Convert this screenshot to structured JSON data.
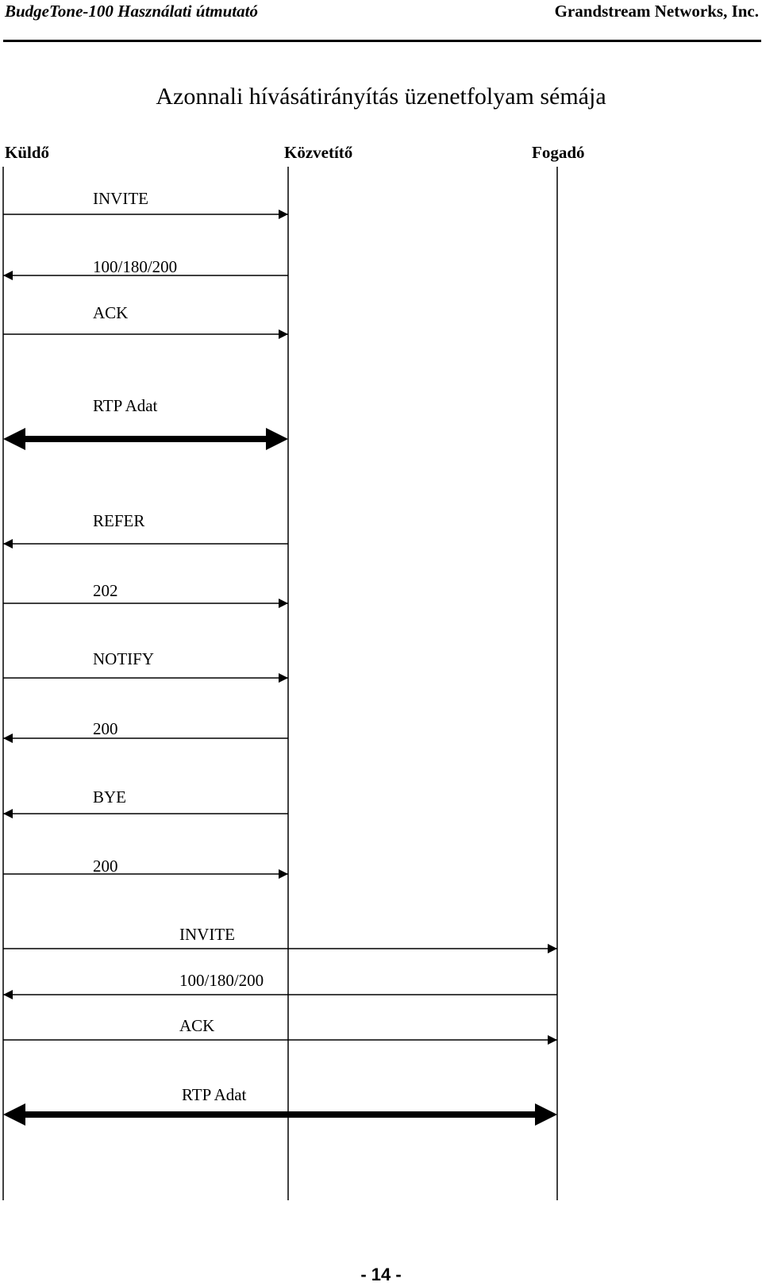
{
  "header": {
    "left": "BudgeTone-100 Használati útmutató",
    "right": "Grandstream Networks, Inc."
  },
  "title": "Azonnali hívásátirányítás üzenetfolyam sémája",
  "participants": [
    "Küldő",
    "Közvetítő",
    "Fogadó"
  ],
  "messages": [
    {
      "label": "INVITE",
      "from": 0,
      "to": 1,
      "style": "thin"
    },
    {
      "label": "100/180/200",
      "from": 1,
      "to": 0,
      "style": "thin"
    },
    {
      "label": "ACK",
      "from": 0,
      "to": 1,
      "style": "thin"
    },
    {
      "label": "RTP Adat",
      "from": 0,
      "to": 1,
      "style": "bidirectional-thick"
    },
    {
      "label": "REFER",
      "from": 1,
      "to": 0,
      "style": "thin"
    },
    {
      "label": "202",
      "from": 0,
      "to": 1,
      "style": "thin"
    },
    {
      "label": "NOTIFY",
      "from": 0,
      "to": 1,
      "style": "thin"
    },
    {
      "label": "200",
      "from": 1,
      "to": 0,
      "style": "thin"
    },
    {
      "label": "BYE",
      "from": 1,
      "to": 0,
      "style": "thin"
    },
    {
      "label": "200",
      "from": 0,
      "to": 1,
      "style": "thin"
    },
    {
      "label": "INVITE",
      "from": 0,
      "to": 2,
      "style": "thin"
    },
    {
      "label": "100/180/200",
      "from": 2,
      "to": 0,
      "style": "thin"
    },
    {
      "label": "ACK",
      "from": 0,
      "to": 2,
      "style": "thin"
    },
    {
      "label": "RTP Adat",
      "from": 0,
      "to": 2,
      "style": "bidirectional-thick"
    }
  ],
  "page_number": "- 14 -"
}
